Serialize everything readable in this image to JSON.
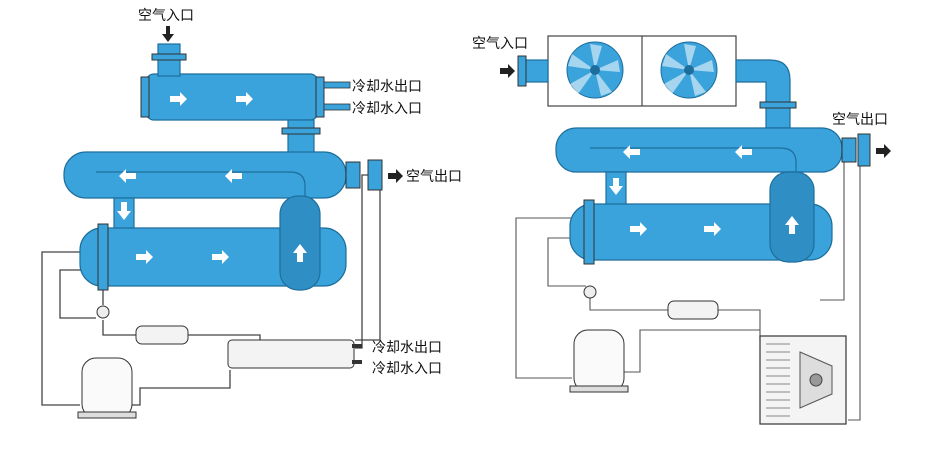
{
  "left": {
    "air_inlet": "空气入口",
    "cooling_out_top": "冷却水出口",
    "cooling_in_top": "冷却水入口",
    "air_outlet": "空气出口",
    "cooling_out_bottom": "冷却水出口",
    "cooling_in_bottom": "冷却水入口"
  },
  "right": {
    "air_inlet": "空气入口",
    "air_outlet": "空气出口"
  },
  "colors": {
    "vessel": "#3aa3dc",
    "vessel_stroke": "#1d6e9c",
    "arrow": "#ffffff",
    "line": "#444444"
  }
}
